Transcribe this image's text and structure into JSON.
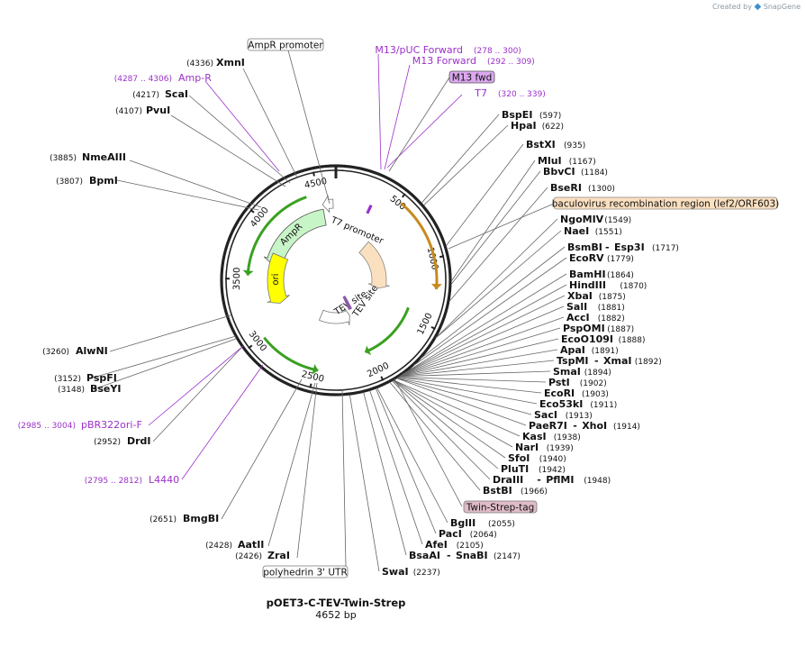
{
  "branding": {
    "created_by": "Created by",
    "app": "SnapGene"
  },
  "plasmid": {
    "name": "pOET3-C-TEV-Twin-Strep",
    "length": "4652 bp",
    "length_bp": 4652
  },
  "ruler_ticks": [
    "500",
    "1000",
    "1500",
    "2000",
    "2500",
    "3000",
    "3500",
    "4000",
    "4500"
  ],
  "features": [
    {
      "label": "AmpR",
      "type": "CDS",
      "start": 3662,
      "end": 4522,
      "strand": -1,
      "color": "#c8f5c8"
    },
    {
      "label": "ori",
      "type": "rep_origin",
      "start": 3200,
      "end": 3790,
      "strand": -1,
      "color": "#ffff00"
    },
    {
      "label": "T7 promoter",
      "type": "promoter",
      "start": 325,
      "end": 343,
      "strand": 1,
      "color": "#ffffff"
    },
    {
      "label": "TEV site",
      "type": "protease_site",
      "start": 1960,
      "end": 1980,
      "strand": 1,
      "color": "#b48ed2"
    },
    {
      "label": "TEV site",
      "type": "protease_site",
      "start": 1985,
      "end": 2005,
      "strand": 1,
      "color": "#b48ed2"
    },
    {
      "label": "AmpR promoter",
      "type": "promoter",
      "start": 4522,
      "end": 4625,
      "strand": -1,
      "color": "#ffffff"
    },
    {
      "label": "baculovirus recombination region (lef2/ORF603)",
      "type": "misc",
      "start": 520,
      "end": 1300,
      "strand": 1,
      "color": "#fbe0c0"
    }
  ],
  "boxed_labels": [
    {
      "key": "ampr_promoter",
      "text": "AmpR promoter"
    },
    {
      "key": "m13_fwd",
      "text": "M13 fwd"
    },
    {
      "key": "baculo",
      "text": "baculovirus recombination region (lef2/ORF603)"
    },
    {
      "key": "twin_strep",
      "text": "Twin-Strep-tag"
    },
    {
      "key": "polyhedrin",
      "text": "polyhedrin 3' UTR"
    }
  ],
  "primers": [
    {
      "name": "M13/pUC Forward",
      "range": "(278 .. 300)"
    },
    {
      "name": "M13 Forward",
      "range": "(292 .. 309)"
    },
    {
      "name": "T7",
      "range": "(320 .. 339)"
    },
    {
      "name": "Amp-R",
      "range": "(4287 .. 4306)"
    },
    {
      "name": "pBR322ori-F",
      "range": "(2985 .. 3004)"
    },
    {
      "name": "L4440",
      "range": "(2795 .. 2812)"
    }
  ],
  "sites_left": [
    {
      "name": "XmnI",
      "pos": "(4336)"
    },
    {
      "name": "ScaI",
      "pos": "(4217)"
    },
    {
      "name": "PvuI",
      "pos": "(4107)"
    },
    {
      "name": "NmeAIII",
      "pos": "(3885)"
    },
    {
      "name": "BpmI",
      "pos": "(3807)"
    },
    {
      "name": "AlwNI",
      "pos": "(3260)"
    },
    {
      "name": "PspFI",
      "pos": "(3152)"
    },
    {
      "name": "BseYI",
      "pos": "(3148)"
    },
    {
      "name": "DrdI",
      "pos": "(2952)"
    },
    {
      "name": "BmgBI",
      "pos": "(2651)"
    },
    {
      "name": "AatII",
      "pos": "(2428)"
    },
    {
      "name": "ZraI",
      "pos": "(2426)"
    }
  ],
  "sites_right": [
    {
      "name": "BspEI",
      "pos": "(597)"
    },
    {
      "name": "HpaI",
      "pos": "(622)"
    },
    {
      "name": "BstXI",
      "pos": "(935)"
    },
    {
      "name": "MluI",
      "pos": "(1167)"
    },
    {
      "name": "BbvCI",
      "pos": "(1184)"
    },
    {
      "name": "BseRI",
      "pos": "(1300)"
    },
    {
      "name": "NgoMIV",
      "pos": "(1549)"
    },
    {
      "name": "NaeI",
      "pos": "(1551)"
    },
    {
      "name": "BsmBI",
      "name2": "Esp3I",
      "pos": "(1717)"
    },
    {
      "name": "EcoRV",
      "pos": "(1779)"
    },
    {
      "name": "BamHI",
      "pos": "(1864)"
    },
    {
      "name": "HindIII",
      "pos": "(1870)"
    },
    {
      "name": "XbaI",
      "pos": "(1875)"
    },
    {
      "name": "SalI",
      "pos": "(1881)"
    },
    {
      "name": "AccI",
      "pos": "(1882)"
    },
    {
      "name": "PspOMI",
      "pos": "(1887)"
    },
    {
      "name": "EcoO109I",
      "pos": "(1888)"
    },
    {
      "name": "ApaI",
      "pos": "(1891)"
    },
    {
      "name": "TspMI",
      "name2": "XmaI",
      "pos": "(1892)"
    },
    {
      "name": "SmaI",
      "pos": "(1894)"
    },
    {
      "name": "PstI",
      "pos": "(1902)"
    },
    {
      "name": "EcoRI",
      "pos": "(1903)"
    },
    {
      "name": "Eco53kI",
      "pos": "(1911)"
    },
    {
      "name": "SacI",
      "pos": "(1913)"
    },
    {
      "name": "PaeR7I",
      "name2": "XhoI",
      "pos": "(1914)"
    },
    {
      "name": "KasI",
      "pos": "(1938)"
    },
    {
      "name": "NarI",
      "pos": "(1939)"
    },
    {
      "name": "SfoI",
      "pos": "(1940)"
    },
    {
      "name": "PluTI",
      "pos": "(1942)"
    },
    {
      "name": "DraIII",
      "name2": "PflMI",
      "pos": "(1948)"
    },
    {
      "name": "BstBI",
      "pos": "(1966)"
    },
    {
      "name": "BglII",
      "pos": "(2055)"
    },
    {
      "name": "PacI",
      "pos": "(2064)"
    },
    {
      "name": "AfeI",
      "pos": "(2105)"
    },
    {
      "name": "BsaAI",
      "name2": "SnaBI",
      "pos": "(2147)"
    },
    {
      "name": "SwaI",
      "pos": "(2237)"
    }
  ]
}
